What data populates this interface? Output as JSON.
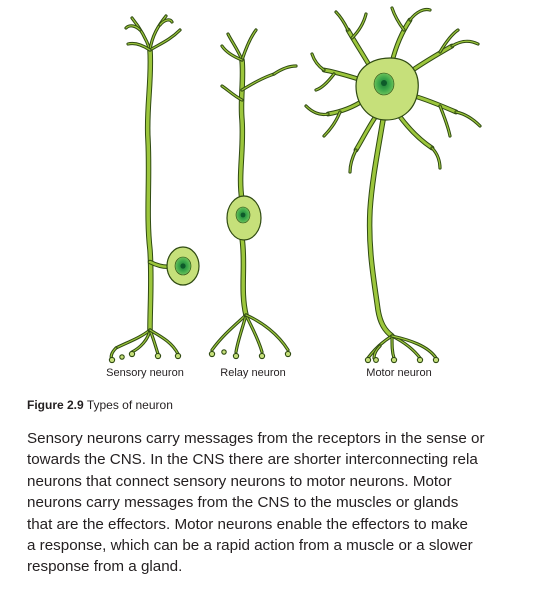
{
  "figure": {
    "labels": {
      "sensory": "Sensory neuron",
      "relay": "Relay neuron",
      "motor": "Motor neuron"
    },
    "colors": {
      "membrane": "#9cc63c",
      "cytoplasm": "#c6e07a",
      "outline": "#2f4a12",
      "nucleus": "#3aa64a",
      "nucleolus": "#0d5a2a"
    }
  },
  "caption": {
    "number": "Figure 2.9",
    "title": "Types of neuron"
  },
  "body": {
    "lines": [
      "Sensory neurons carry messages from the receptors in the sense or",
      "towards the CNS. In the CNS there are shorter interconnecting rela",
      "neurons that connect sensory neurons to motor neurons. Motor",
      "neurons carry messages from the CNS to the muscles or glands",
      "that are the effectors. Motor neurons enable the effectors to make",
      "a response, which can be a rapid action from a muscle or a slower",
      "response from a gland."
    ]
  }
}
